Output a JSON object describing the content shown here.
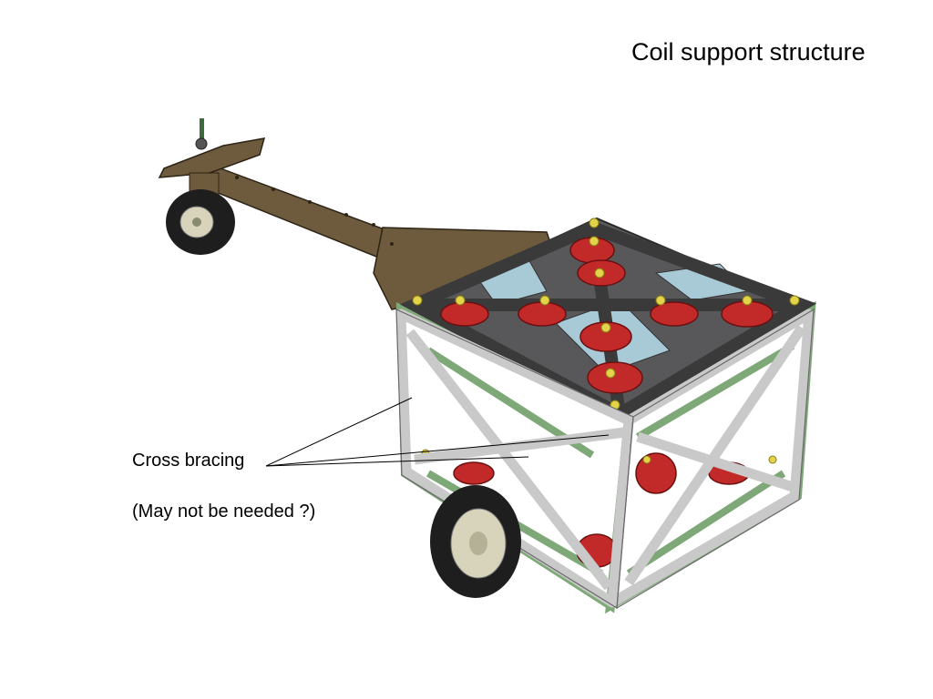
{
  "slide": {
    "title": "Coil support structure",
    "callout_label": "Cross bracing",
    "callout_note": "(May not be needed ?)"
  },
  "colors": {
    "background": "#ffffff",
    "tongue_brown": "#6e5a3c",
    "frame_green": "#7ea877",
    "cross_plate_dark": "#3a3a3a",
    "side_plate_grey": "#c9c9c9",
    "coil_red": "#c22a2a",
    "window_blue": "#a8c9d6",
    "bolt_yellow": "#e3d34a",
    "tire_black": "#1e1e1e",
    "hub_beige": "#d8d4bc"
  },
  "illustration": {
    "subject": "trailer-cart-with-cube-frame",
    "wheels": 2,
    "caster_wheels": 1
  }
}
